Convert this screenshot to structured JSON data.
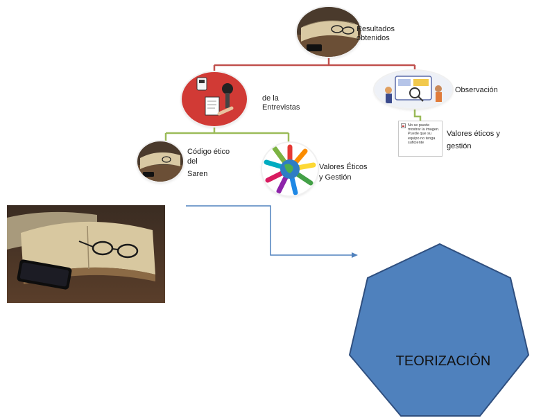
{
  "nodes": {
    "results": {
      "label": "Resultados obtenidos"
    },
    "interviews": {
      "line1": "de la",
      "line2": "Entrevistas"
    },
    "observation": {
      "label": "Observación"
    },
    "ethics_values_right": {
      "line1": "Valores éticos y",
      "line2": "gestión"
    },
    "broken_image": {
      "text": "No se puede mostrar la imagen. Puede que su equipo no tenga suficiente"
    },
    "saren_code": {
      "line1": "Código ético",
      "line2": "del",
      "line3": "Saren"
    },
    "ethics_values_left": {
      "line1": "Valores Éticos",
      "line2": "y Gestión"
    }
  },
  "theorization": {
    "label": "TEORIZACIÓN",
    "fill": "#4f81bd",
    "stroke": "#2f4f7f"
  },
  "colors": {
    "connector_red": "#c0504d",
    "connector_green": "#9bbb59",
    "arrow_blue": "#4f81bd"
  }
}
